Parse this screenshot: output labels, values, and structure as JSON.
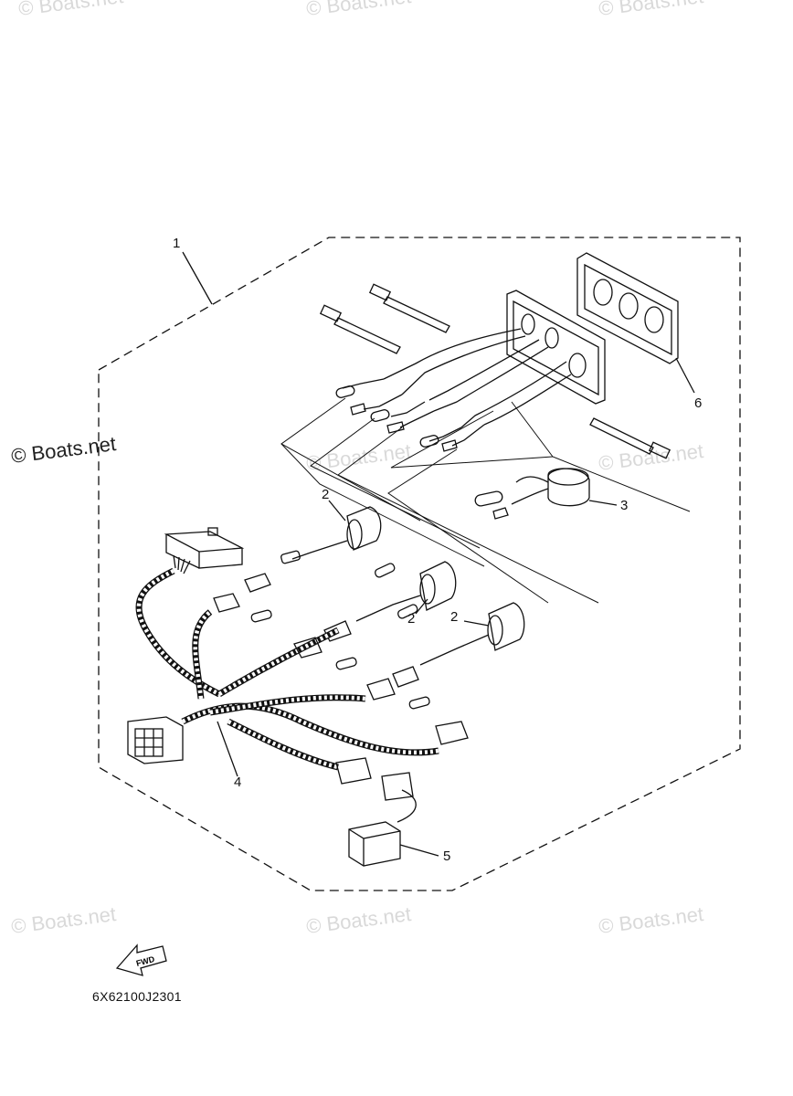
{
  "watermark": {
    "main": "© Boats.net",
    "faint": "© Boats.net"
  },
  "callouts": [
    "1",
    "2",
    "2",
    "2",
    "3",
    "4",
    "5",
    "6"
  ],
  "direction_label": "FWD",
  "diagram_code": "6X62100J2301"
}
